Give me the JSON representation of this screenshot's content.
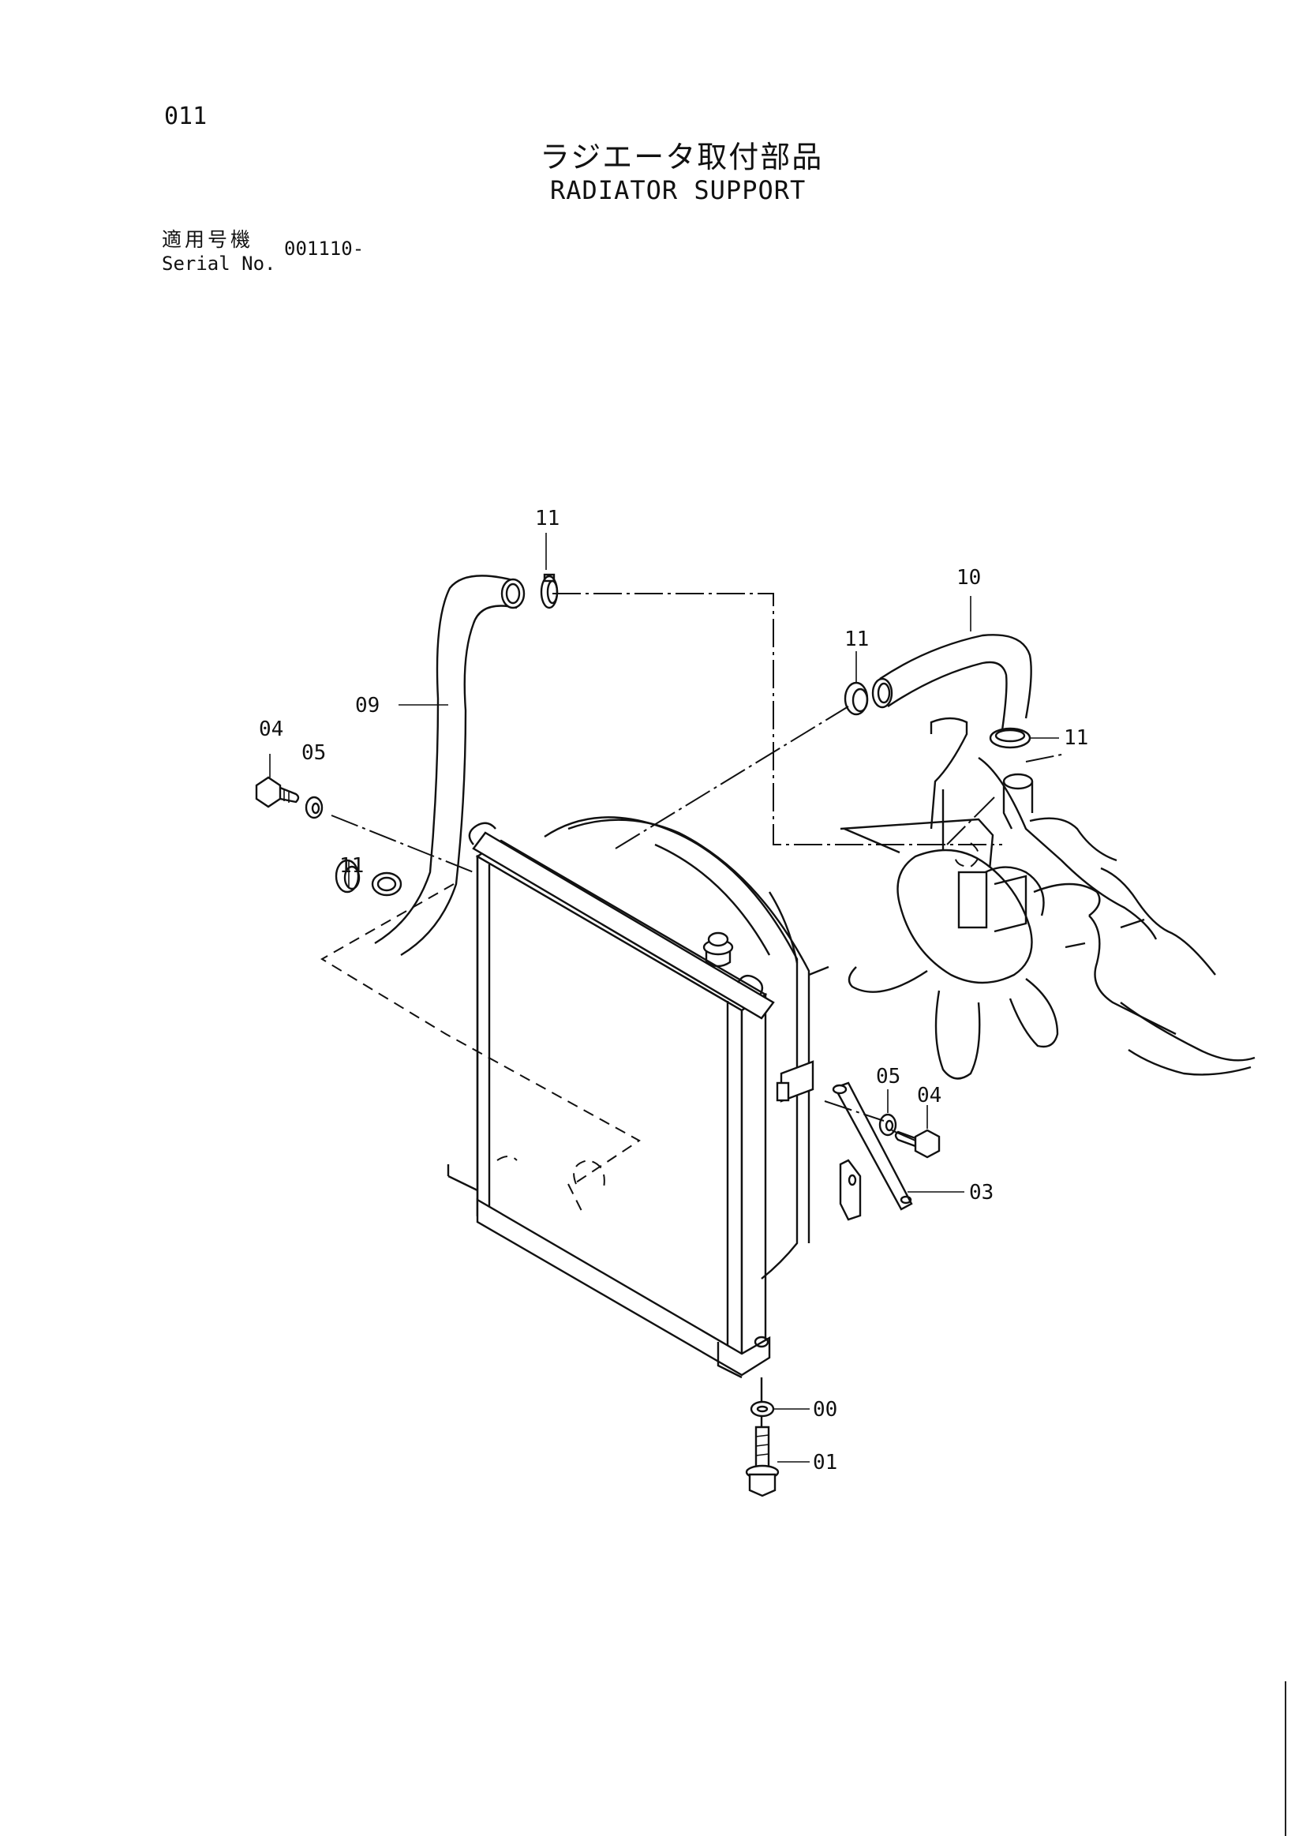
{
  "header": {
    "page_number": "011",
    "title_jp": "ラジエータ取付部品",
    "title_en": "RADIATOR SUPPORT",
    "serial_label_jp": "適用号機",
    "serial_label_en": "Serial No.",
    "serial_value": "001110-"
  },
  "callouts": {
    "c11_top": "11",
    "c10": "10",
    "c11_upper_mid": "11",
    "c11_right": "11",
    "c09": "09",
    "c04_left": "04",
    "c05_left": "05",
    "c11_left": "11",
    "c05_right": "05",
    "c04_right": "04",
    "c03": "03",
    "c00": "00",
    "c01": "01"
  }
}
